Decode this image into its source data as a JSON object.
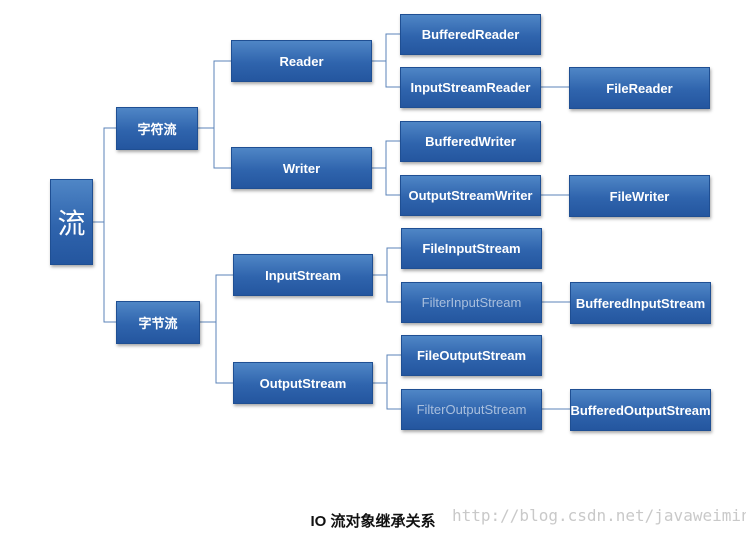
{
  "diagram": {
    "root": "流",
    "level1": [
      "字符流",
      "字节流"
    ],
    "level2": [
      "Reader",
      "Writer",
      "InputStream",
      "OutputStream"
    ],
    "level3": [
      "BufferedReader",
      "InputStreamReader",
      "BufferedWriter",
      "OutputStreamWriter",
      "FileInputStream",
      "FilterInputStream",
      "FileOutputStream",
      "FilterOutputStream"
    ],
    "level4": [
      "FileReader",
      "FileWriter",
      "BufferedInputStream",
      "BufferedOutputStream"
    ]
  },
  "caption": "IO 流对象继承关系",
  "watermark": "http://blog.csdn.net/javaweiming"
}
